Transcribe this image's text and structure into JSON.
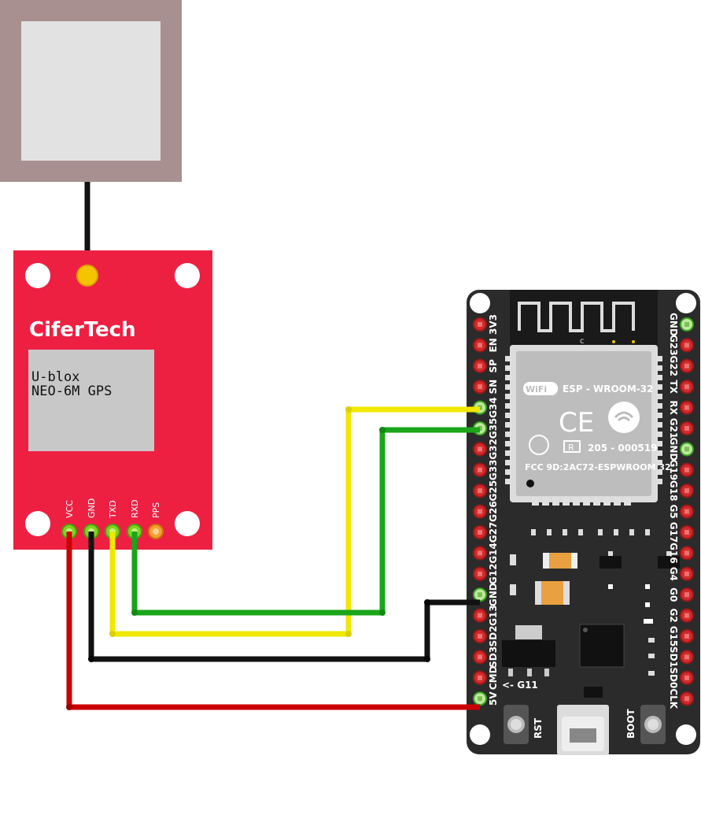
{
  "gps_module": {
    "brand": "CiferTech",
    "label_line1": "U-blox",
    "label_line2": "NEO-6M GPS",
    "pins": [
      "VCC",
      "GND",
      "TXD",
      "RXD",
      "PPS"
    ]
  },
  "esp32": {
    "module_name": "ESP - WROOM-32",
    "cert_code": "205 - 000519",
    "fcc_id": "FCC 9D:2AC72-ESPWROOM 32",
    "antenna_mark": "c",
    "left_pins": [
      "3V3",
      "EN",
      "SP",
      "SN",
      "G34",
      "G35",
      "G32",
      "G33",
      "G25",
      "G26",
      "G27",
      "G14",
      "G12",
      "GND",
      "G13",
      "SD2",
      "SD3",
      "CMD",
      "5V"
    ],
    "right_pins": [
      "GND",
      "G23",
      "G22",
      "TX",
      "RX",
      "G21",
      "GND",
      "G19",
      "G18",
      "G5",
      "G17",
      "G16",
      "G4",
      "G0",
      "G2",
      "G15",
      "SD1",
      "SD0",
      "CLK"
    ],
    "g11_label": "<- G11",
    "rst_label": "RST",
    "boot_label": "BOOT"
  },
  "colors": {
    "gps_board": "#ee2042",
    "esp_board": "#2b2b2b",
    "antenna_frame": "#a89090",
    "antenna_patch": "#e0e0e0",
    "wire_vcc": "#cc0000",
    "wire_gnd": "#111111",
    "wire_tx": "#f0e800",
    "wire_rx": "#1aa51a"
  },
  "connections": [
    {
      "from": "GPS VCC",
      "to": "ESP32 5V",
      "color": "red"
    },
    {
      "from": "GPS GND",
      "to": "ESP32 GND",
      "color": "black"
    },
    {
      "from": "GPS TXD",
      "to": "ESP32 G34",
      "color": "yellow"
    },
    {
      "from": "GPS RXD",
      "to": "ESP32 G35",
      "color": "green"
    }
  ]
}
